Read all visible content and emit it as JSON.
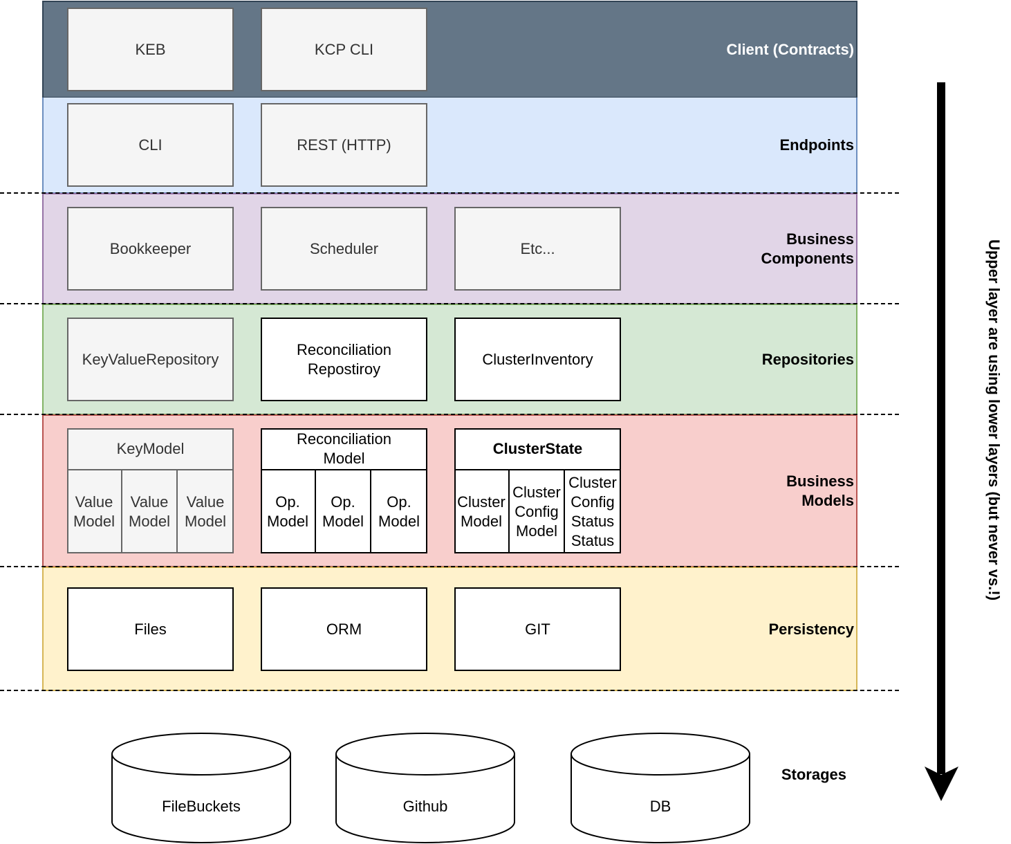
{
  "layers": {
    "client": {
      "label": "Client (Contracts)",
      "color": "#647687",
      "items": [
        "KEB",
        "KCP CLI"
      ]
    },
    "endpoints": {
      "label": "Endpoints",
      "color": "#dae8fc",
      "items": [
        "CLI",
        "REST (HTTP)"
      ]
    },
    "business_components": {
      "label_line1": "Business",
      "label_line2": "Components",
      "color": "#e1d5e7",
      "items": [
        "Bookkeeper",
        "Scheduler",
        "Etc..."
      ]
    },
    "repositories": {
      "label": "Repositories",
      "color": "#d5e8d4",
      "items": [
        "KeyValueRepository",
        "Reconciliation Repostiroy",
        "ClusterInventory"
      ]
    },
    "business_models": {
      "label_line1": "Business",
      "label_line2": "Models",
      "color": "#f8cecc",
      "groups": [
        {
          "title": "KeyModel",
          "cells": [
            "Value Model",
            "Value Model",
            "Value Model"
          ]
        },
        {
          "title": "Reconciliation Model",
          "cells": [
            "Op. Model",
            "Op. Model",
            "Op. Model"
          ]
        },
        {
          "title": "ClusterState",
          "cells": [
            "Cluster Model",
            "Cluster Config Model",
            "Cluster Config Status Status"
          ]
        }
      ]
    },
    "persistency": {
      "label": "Persistency",
      "color": "#fff2cc",
      "items": [
        "Files",
        "ORM",
        "GIT"
      ]
    }
  },
  "storages": {
    "label": "Storages",
    "items": [
      "FileBuckets",
      "Github",
      "DB"
    ]
  },
  "arrow_label": "Upper layer are using lower layers (but never vs.!)"
}
